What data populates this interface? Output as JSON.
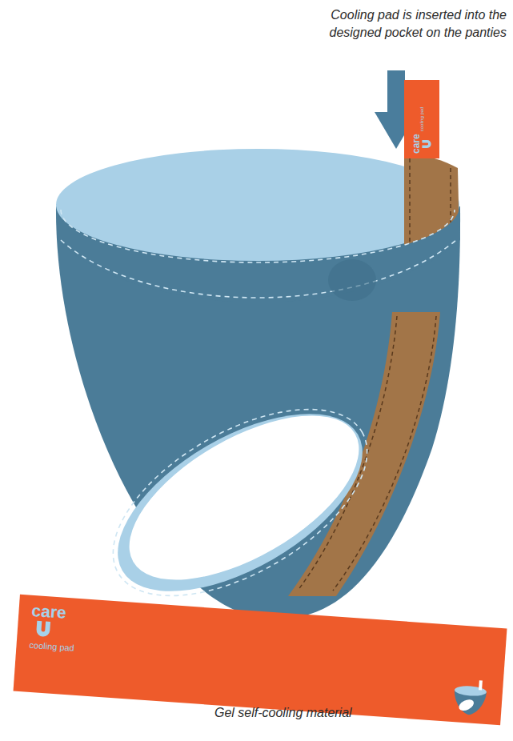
{
  "diagram": {
    "nodes": [
      {
        "text": [
          "care",
          "cooling pad"
        ]
      },
      {
        "text": [
          "care",
          "cooling pad"
        ]
      }
    ],
    "labels": [
      "Cooling pad is inserted into the designed pocket on the panties",
      "Gel self-cooling material"
    ]
  }
}
